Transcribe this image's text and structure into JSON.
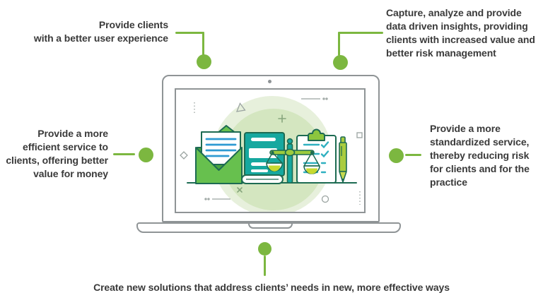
{
  "title": "Benefits infographic with laptop illustration",
  "colors": {
    "accent_green": "#7cb740",
    "envelope_green": "#67c04e",
    "envelope_dark_green": "#49a53e",
    "clip_green": "#8cc63e",
    "pen_green": "#a9cc3f",
    "pen_light_green": "#c6d94f",
    "bar_green": "#9ccb3e",
    "liquid_green": "#c6d92f",
    "teal": "#16a89f",
    "dark_outline": "#1d6b52",
    "letter_blue": "#2e9ad2",
    "checklist_teal": "#2fb0c0",
    "circle_outer": "#e7f0dc",
    "circle_inner": "#d4e6c0",
    "laptop_gray": "#8f9496",
    "decor_gray": "#9aa3a0",
    "decor_green": "#86a57c",
    "text_color": "#3a3a3a"
  },
  "callouts": {
    "top_left": {
      "text": "Provide clients\nwith a better user experience"
    },
    "top_right": {
      "text": "Capture, analyze and provide\ndata driven insights, providing\nclients with increased value and\nbetter risk management"
    },
    "left": {
      "text": "Provide a more\nefficient service to\nclients, offering better\nvalue for money"
    },
    "right": {
      "text": "Provide a more\nstandardized service,\nthereby reducing risk\nfor clients and for the\npractice"
    },
    "bottom": {
      "text": "Create new solutions that address clients’ needs in new, more effective ways"
    }
  }
}
